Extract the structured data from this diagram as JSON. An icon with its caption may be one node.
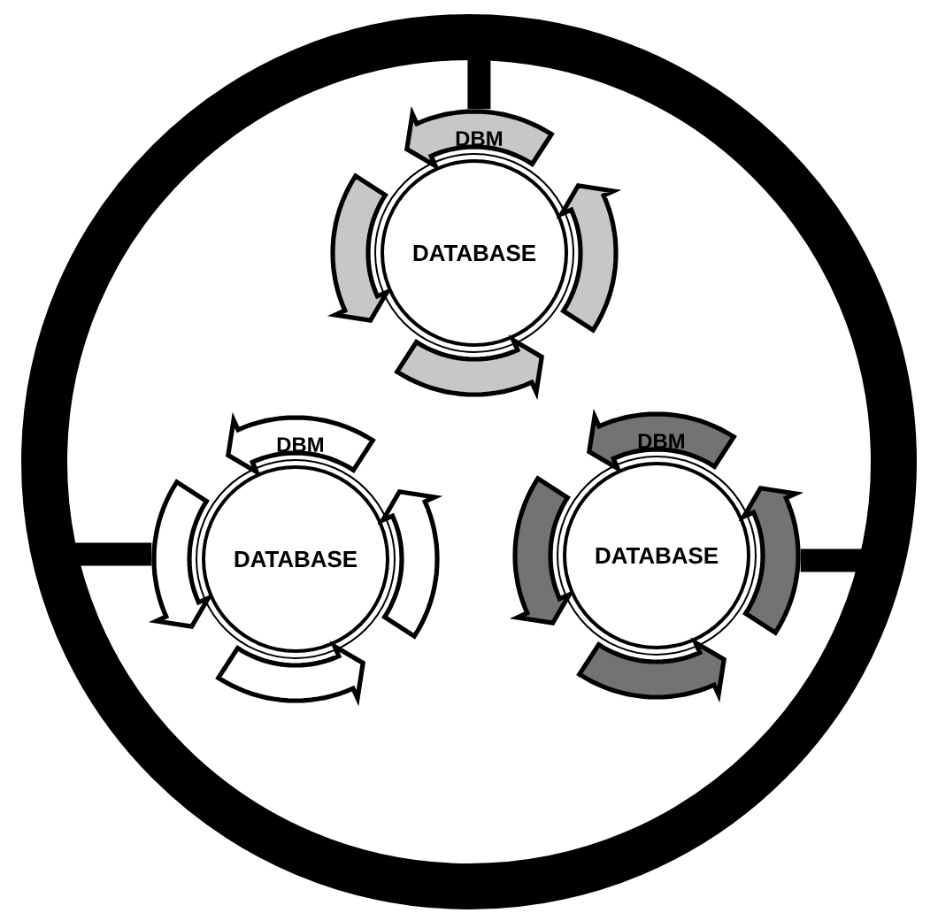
{
  "diagram": {
    "nodes": [
      {
        "text": [],
        "shape": "circle"
      },
      {
        "text": [
          "DBM"
        ],
        "in": 0
      },
      {
        "text": [],
        "shape": "arrow",
        "in": 0
      },
      {
        "text": [
          "DATABASE"
        ],
        "in": 0
      },
      {
        "text": [],
        "shape": "arrow",
        "in": 0
      },
      {
        "text": [],
        "shape": "arrow",
        "in": 0
      },
      {
        "text": [
          "DBM"
        ],
        "in": 0
      },
      {
        "text": [],
        "shape": "arrow",
        "in": 0
      },
      {
        "text": [
          "DATABASE"
        ],
        "in": 0
      },
      {
        "text": [],
        "shape": "arrow",
        "in": 0
      },
      {
        "text": [],
        "shape": "arrow",
        "in": 0
      },
      {
        "text": [
          "DBM"
        ],
        "in": 0
      },
      {
        "text": [],
        "shape": "arrow",
        "in": 0
      },
      {
        "text": [
          "DATABASE"
        ],
        "in": 0
      },
      {
        "text": [],
        "shape": "arrow",
        "in": 0
      },
      {
        "text": [],
        "shape": "arrow",
        "in": 0
      }
    ],
    "edges": [
      {
        "from": 0,
        "to": 1,
        "arrow": "none"
      },
      {
        "from": 0,
        "to": 7,
        "arrow": "none"
      },
      {
        "from": 0,
        "to": 14,
        "arrow": "none"
      }
    ]
  }
}
